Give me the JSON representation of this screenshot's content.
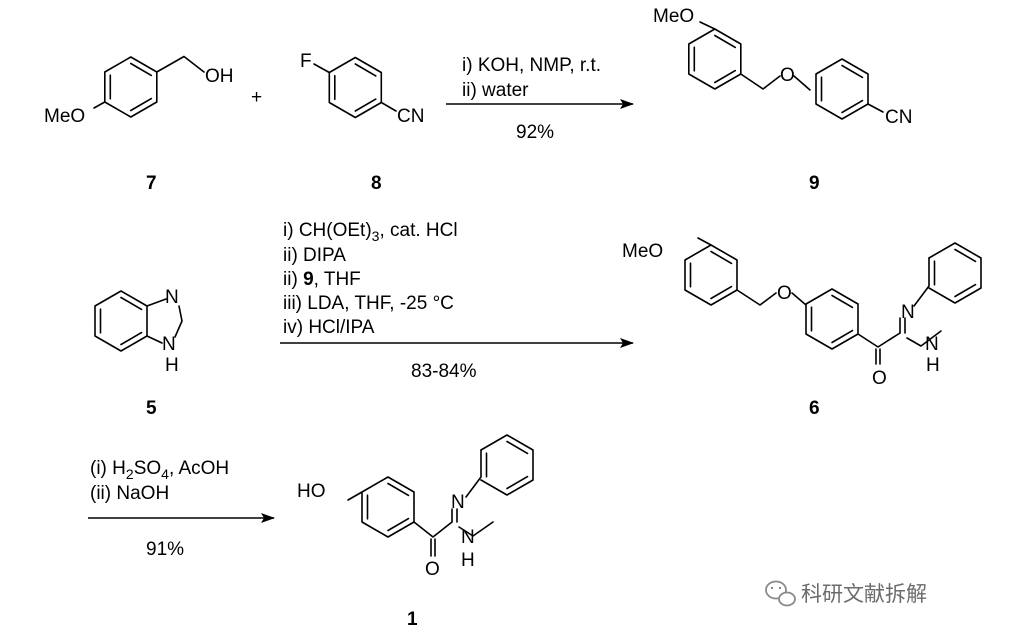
{
  "compounds": {
    "c7": {
      "number": "7",
      "atoms": {
        "oh": "OH",
        "meo": "MeO"
      }
    },
    "c8": {
      "number": "8",
      "atoms": {
        "f": "F",
        "cn": "CN"
      }
    },
    "c9": {
      "number": "9",
      "atoms": {
        "meo": "MeO",
        "o": "O",
        "cn": "CN"
      }
    },
    "c5": {
      "number": "5",
      "atoms": {
        "n": "N",
        "nh_n": "N",
        "nh_h": "H"
      }
    },
    "c6": {
      "number": "6",
      "atoms": {
        "meo": "MeO",
        "o": "O",
        "n": "N",
        "nh_n": "N",
        "nh_h": "H",
        "co": "O"
      }
    },
    "c1": {
      "number": "1",
      "atoms": {
        "ho": "HO",
        "n": "N",
        "nh_n": "N",
        "nh_h": "H",
        "co": "O"
      }
    }
  },
  "plus": "+",
  "step1": {
    "line1": "i) KOH, NMP, r.t.",
    "line2": "ii) water",
    "yield": "92%"
  },
  "step2": {
    "line1_a": "i)  CH(OEt)",
    "line1_sub": "3",
    "line1_b": ", cat. HCl",
    "line2": "ii) DIPA",
    "line3_a": "ii) ",
    "line3_bold": "9",
    "line3_b": ", THF",
    "line4": "iii) LDA, THF, -25 °C",
    "line5": "iv) HCl/IPA",
    "yield": "83-84%"
  },
  "step3": {
    "line1_a": "(i) H",
    "line1_sub": "2",
    "line1_b": "SO",
    "line1_sub2": "4",
    "line1_c": ", AcOH",
    "line2": "(ii) NaOH",
    "yield": "91%"
  },
  "watermark": {
    "text": "科研文献拆解",
    "icon": "wechat-icon"
  }
}
